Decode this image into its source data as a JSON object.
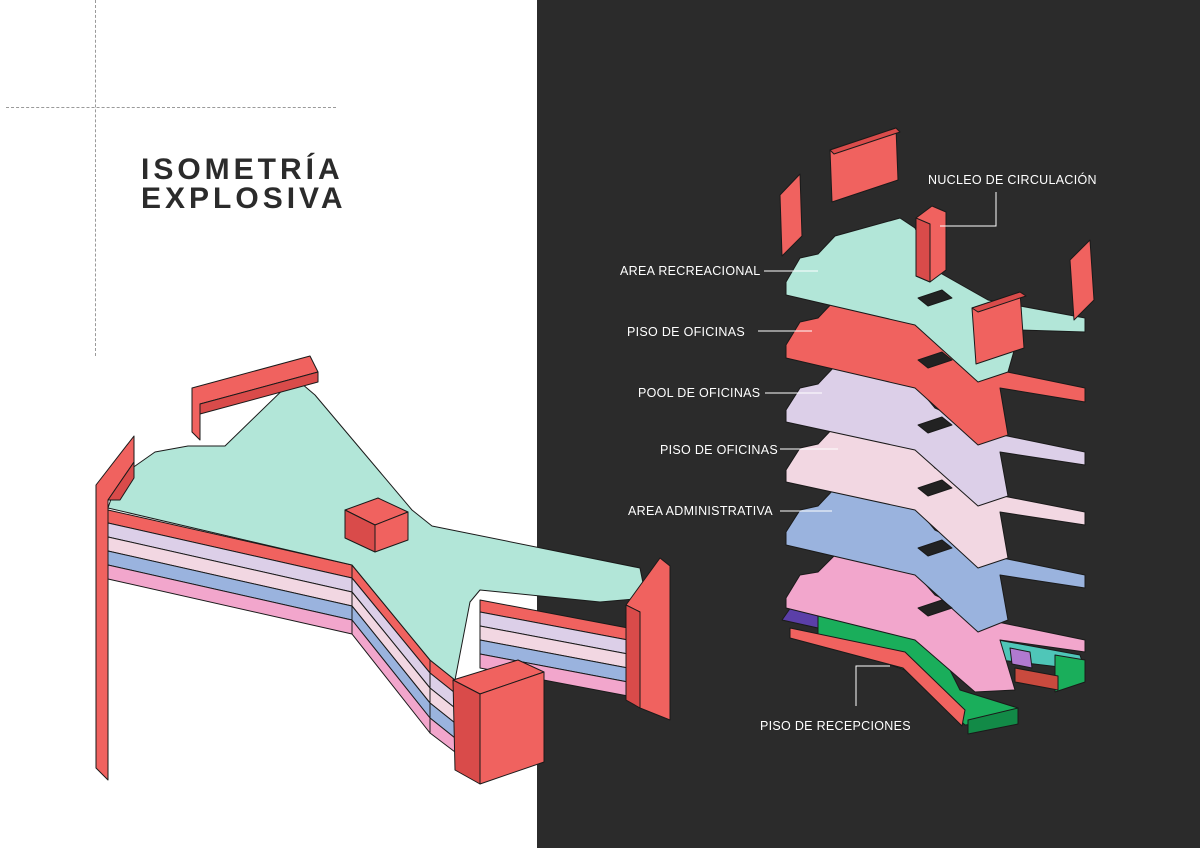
{
  "title": {
    "line1": "ISOMETRÍA",
    "line2": "EXPLOSIVA"
  },
  "labels": {
    "nucleo": "NUCLEO DE CIRCULACIÓN",
    "recreacional": "AREA RECREACIONAL",
    "oficinas_1": "PISO DE OFICINAS",
    "pool": "POOL DE OFICINAS",
    "oficinas_2": "PISO DE OFICINAS",
    "administrativa": "AREA ADMINISTRATIVA",
    "recepciones": "PISO DE RECEPCIONES"
  },
  "colors": {
    "background_dark": "#2b2b2b",
    "mint": "#b2e6d8",
    "red": "#f0625f",
    "lavender": "#dccfe8",
    "light_pink": "#f2d7e2",
    "blue": "#9ab3de",
    "pink": "#f2a6cc",
    "green": "#1aae5b",
    "purple": "#5b3fa8"
  }
}
